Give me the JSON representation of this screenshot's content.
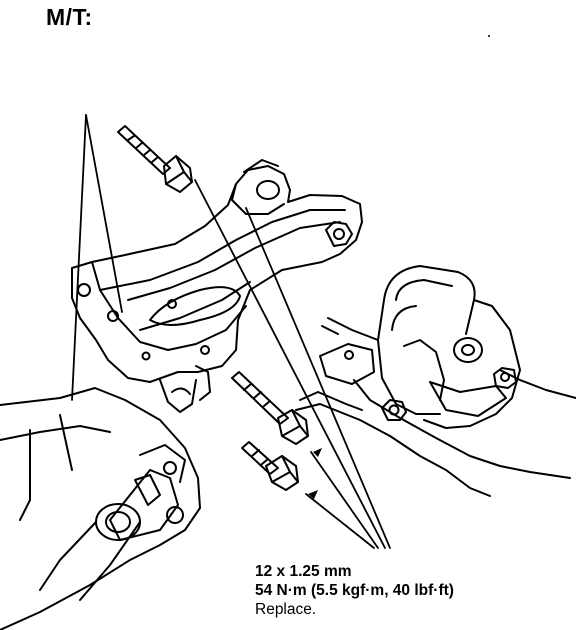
{
  "title": "M/T:",
  "callout": {
    "size": "12 x 1.25 mm",
    "torque": "54 N·m (5.5 kgf·m, 40 lbf·ft)",
    "note": "Replace."
  }
}
